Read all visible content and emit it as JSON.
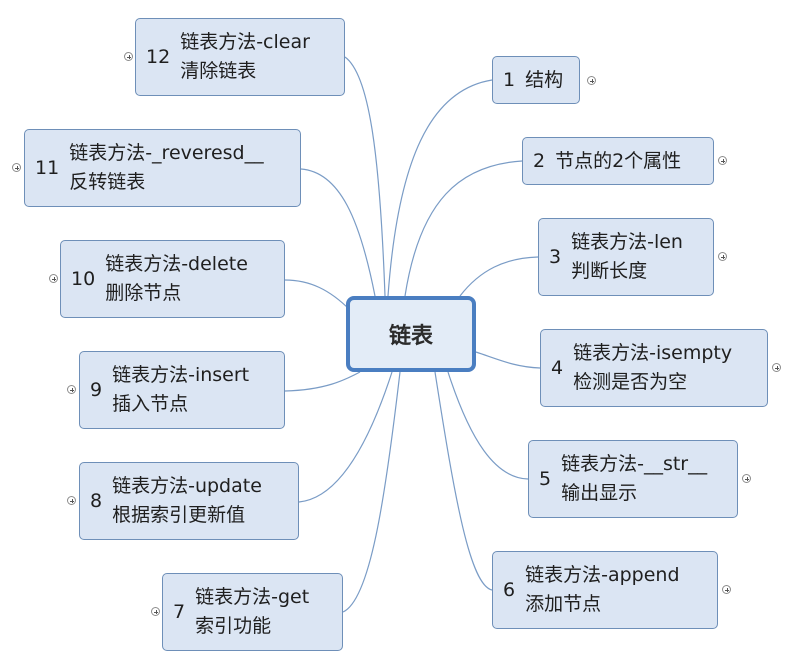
{
  "root": {
    "label": "链表"
  },
  "topics": [
    {
      "num": "1",
      "line1": "结构",
      "line2": ""
    },
    {
      "num": "2",
      "line1": "节点的2个属性",
      "line2": ""
    },
    {
      "num": "3",
      "line1": "链表方法-len",
      "line2": "判断长度"
    },
    {
      "num": "4",
      "line1": "链表方法-isempty",
      "line2": "检测是否为空"
    },
    {
      "num": "5",
      "line1": "链表方法-__str__",
      "line2": "输出显示"
    },
    {
      "num": "6",
      "line1": "链表方法-append",
      "line2": "添加节点"
    },
    {
      "num": "7",
      "line1": "链表方法-get",
      "line2": "索引功能"
    },
    {
      "num": "8",
      "line1": "链表方法-update",
      "line2": "根据索引更新值"
    },
    {
      "num": "9",
      "line1": "链表方法-insert",
      "line2": "插入节点"
    },
    {
      "num": "10",
      "line1": "链表方法-delete",
      "line2": "删除节点"
    },
    {
      "num": "11",
      "line1": "链表方法-_reveresd__",
      "line2": "反转链表"
    },
    {
      "num": "12",
      "line1": "链表方法-clear",
      "line2": "清除链表"
    }
  ],
  "icons": {
    "collapse_marker": "plus-circle-icon"
  },
  "colors": {
    "root_border": "#4a7ec1",
    "topic_fill": "#dbe5f3",
    "topic_border": "#6e8fb8",
    "link": "#7a9cc6"
  }
}
